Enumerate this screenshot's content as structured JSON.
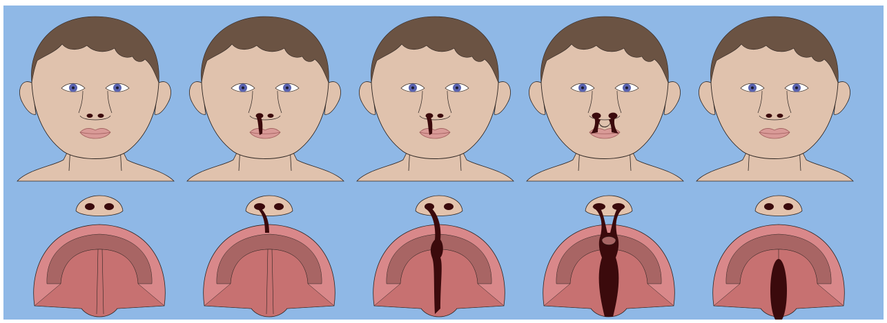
{
  "colors": {
    "background": "#8fb8e6",
    "skin": "#e0c2ad",
    "hair": "#6b5343",
    "outline": "#2b2320",
    "iris": "#5a63b0",
    "lip": "#d99a97",
    "lip_line": "#a05e5c",
    "cleft": "#3b0a0c",
    "palate_outer": "#d9888a",
    "palate_inner": "#c77171",
    "alveolar_ridge": "#a86564",
    "nose_tip": "#e3c3ad"
  },
  "panels": [
    {
      "condition": "normal",
      "lip_cleft": "none",
      "palate_cleft": "none"
    },
    {
      "condition": "unilateral-incomplete-cleft-lip",
      "lip_cleft": "unilateral",
      "palate_cleft": "lip-only"
    },
    {
      "condition": "unilateral-complete-cleft-lip-and-palate",
      "lip_cleft": "unilateral",
      "palate_cleft": "unilateral-complete"
    },
    {
      "condition": "bilateral-complete-cleft-lip-and-palate",
      "lip_cleft": "bilateral",
      "palate_cleft": "bilateral-complete"
    },
    {
      "condition": "isolated-cleft-palate",
      "lip_cleft": "none",
      "palate_cleft": "palate-only"
    }
  ]
}
